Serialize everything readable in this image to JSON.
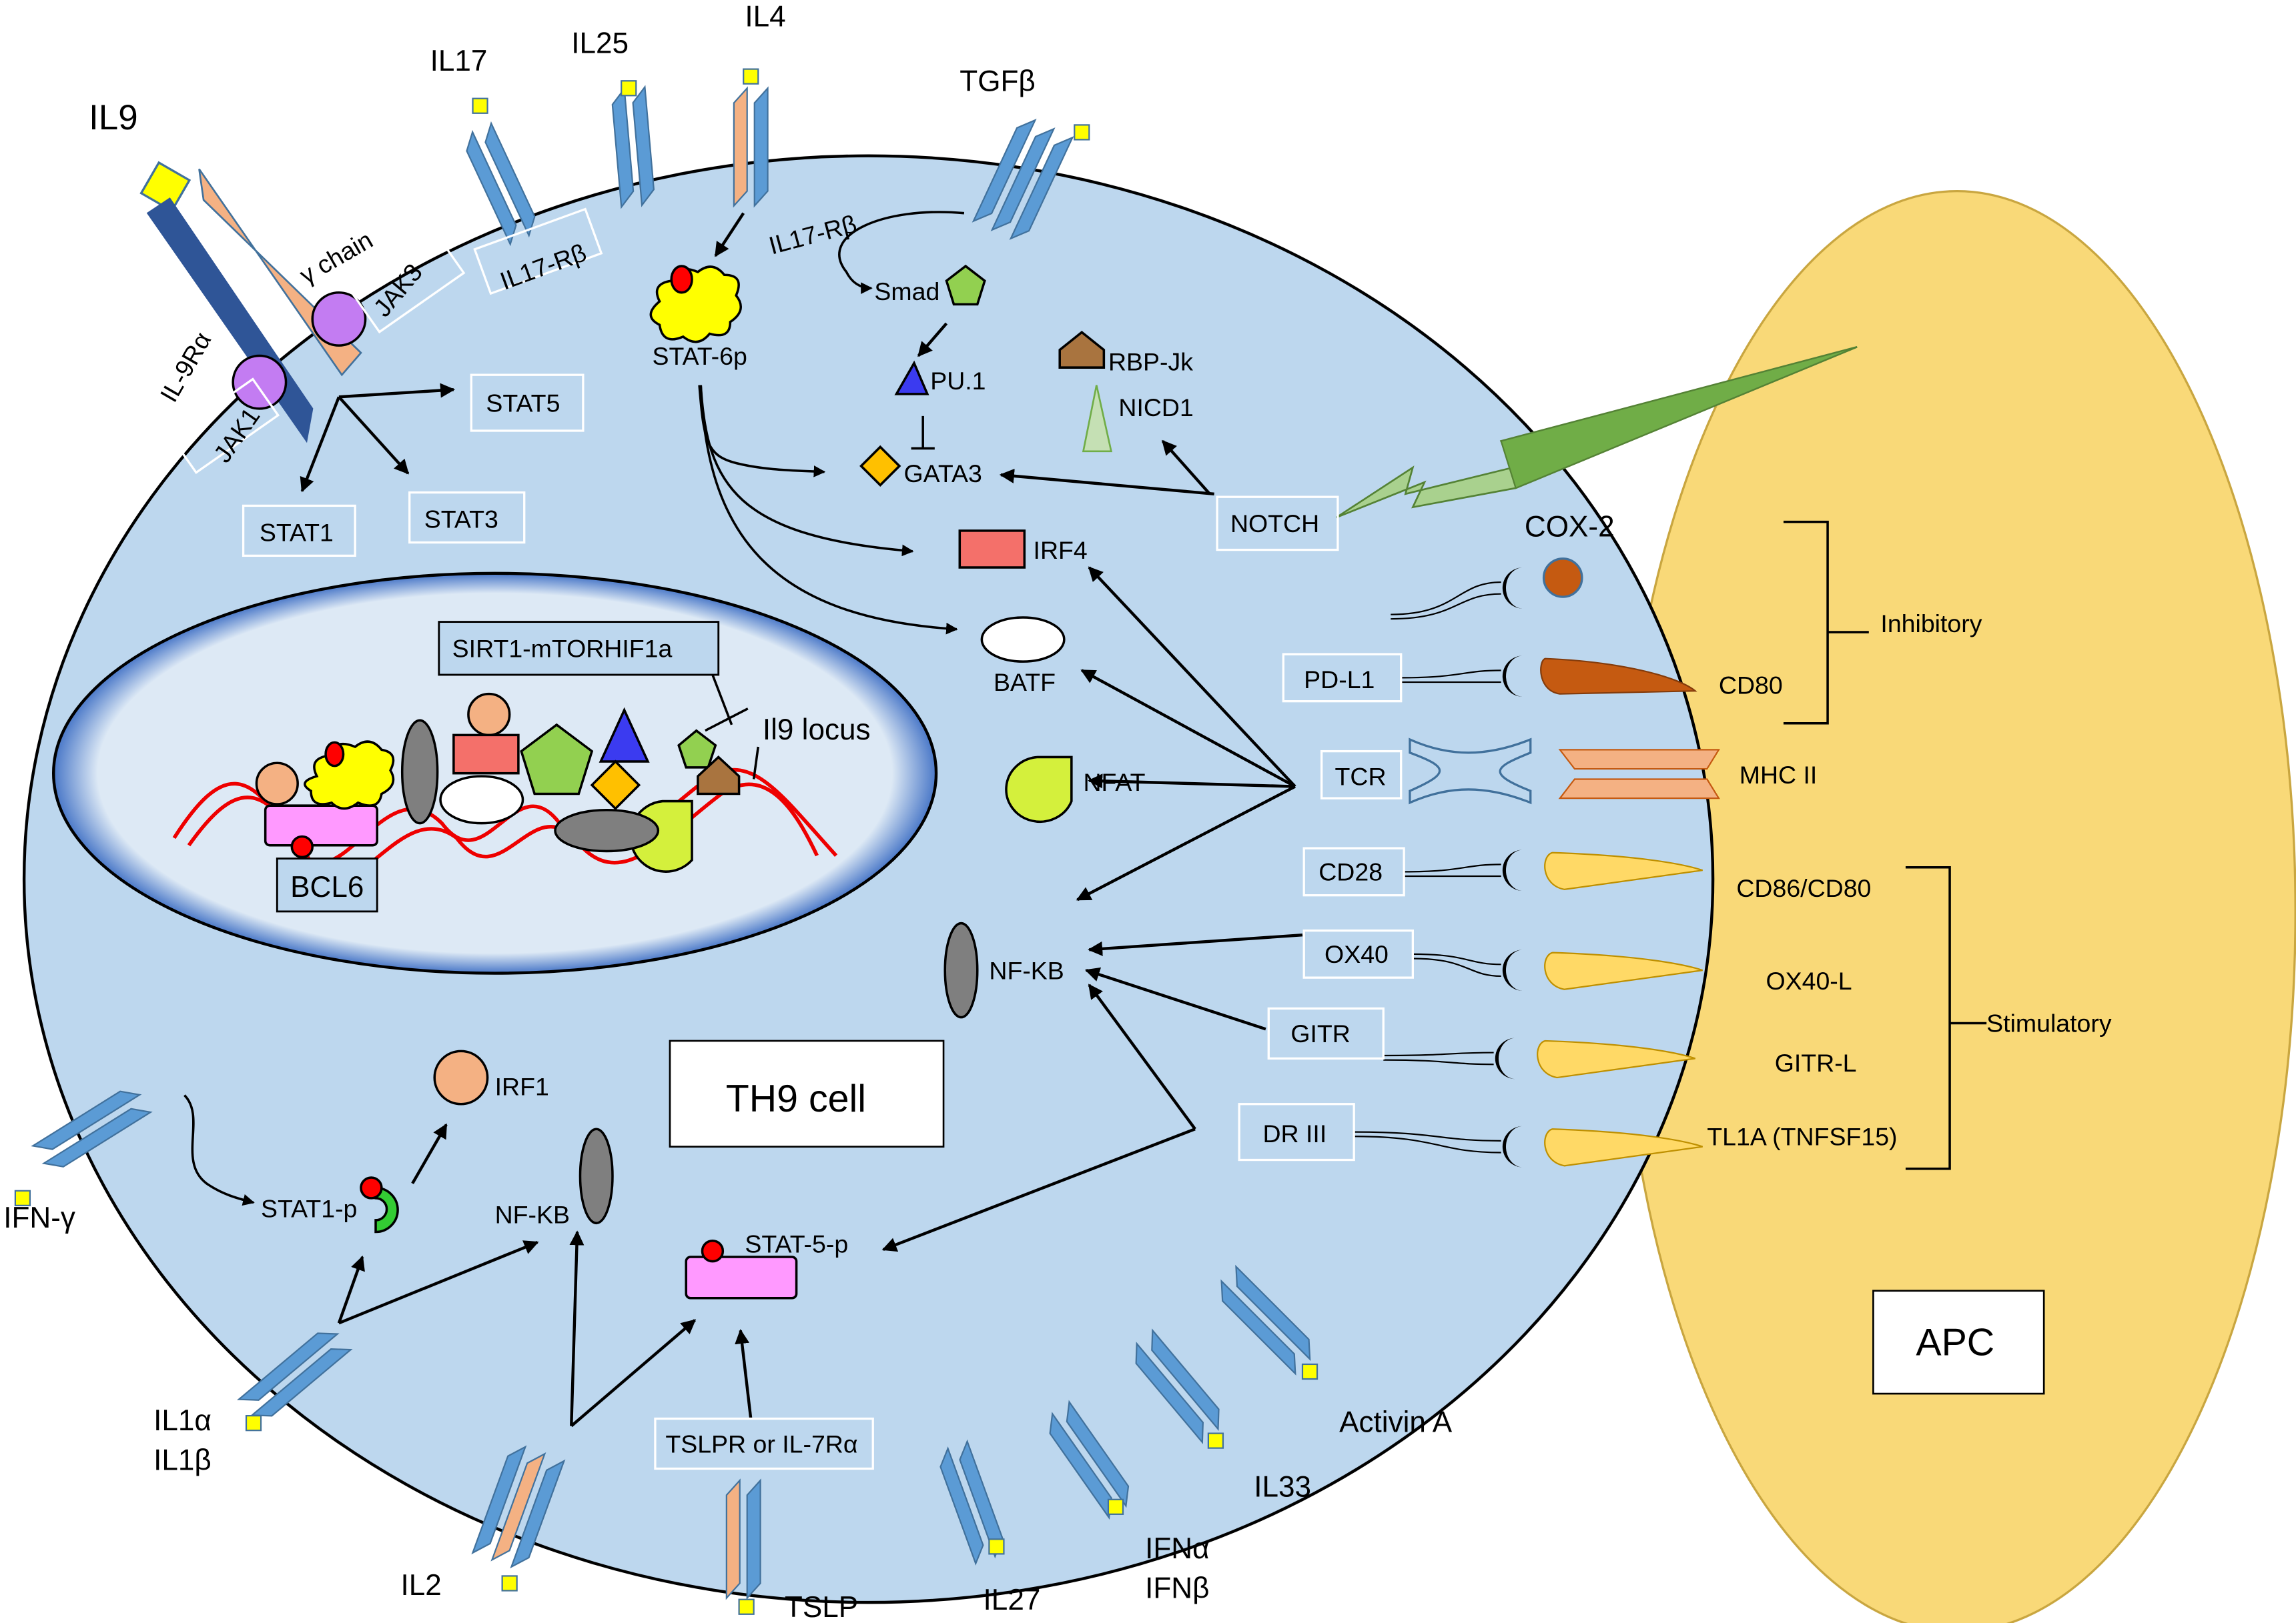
{
  "title": "TH9 cell",
  "apc": "APC",
  "colors": {
    "cell": "#bdd7ee",
    "apc": "#f9d978",
    "nucleus": "#dde9f5",
    "receptor": "#5b9bd5",
    "ligand": "#ffff00"
  },
  "ligands": {
    "il9": "IL9",
    "il17": "IL17",
    "il25": "IL25",
    "il4": "IL4",
    "tgfb": "TGFβ",
    "ifng": "IFN-γ",
    "il1a": "IL1α",
    "il1b": "IL1β",
    "il2": "IL2",
    "tslp": "TSLP",
    "il27": "IL27",
    "ifna": "IFNα",
    "ifnb": "IFNβ",
    "il33": "IL33",
    "activin": "Activin A"
  },
  "receptors": {
    "il9ra": "IL-9Rα",
    "gamma_chain": "γ chain",
    "jak3": "JAK3",
    "jak1": "JAK1",
    "il17rb_1": "IL17-Rβ",
    "il17rb_2": "IL17-Rβ",
    "tslpr": "TSLPR or IL-7Rα"
  },
  "signaling": {
    "stat5": "STAT5",
    "stat1": "STAT1",
    "stat3": "STAT3",
    "stat6p": "STAT-6p",
    "smad": "Smad",
    "pu1": "PU.1",
    "rbpjk": "RBP-Jk",
    "nicd1": "NICD1",
    "gata3": "GATA3",
    "notch": "NOTCH",
    "irf4": "IRF4",
    "batf": "BATF",
    "nfat": "NFAT",
    "nfkb_1": "NF-KB",
    "irf1": "IRF1",
    "stat1p": "STAT1-p",
    "nfkb_2": "NF-KB",
    "stat5p": "STAT-5-p"
  },
  "nucleus": {
    "sirt": "SIRT1-mTORHIF1a",
    "locus": "Il9 locus",
    "bcl6": "BCL6"
  },
  "surface": {
    "pdl1": "PD-L1",
    "tcr": "TCR",
    "cd28": "CD28",
    "ox40": "OX40",
    "gitr": "GITR",
    "dr3": "DR III"
  },
  "apc_ligands": {
    "cox2": "COX-2",
    "cd80": "CD80",
    "mhc2": "MHC II",
    "cd86": "CD86/CD80",
    "ox40l": "OX40-L",
    "gitrl": "GITR-L",
    "tl1a": "TL1A (TNFSF15)"
  },
  "groups": {
    "inhibitory": "Inhibitory",
    "stimulatory": "Stimulatory"
  }
}
